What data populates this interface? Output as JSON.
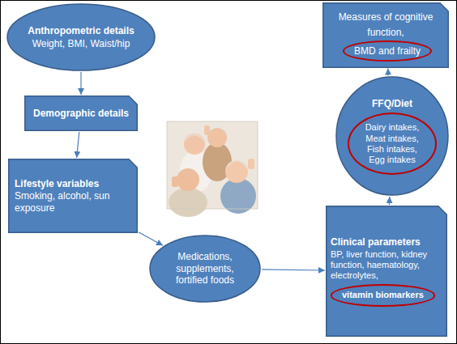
{
  "diagram": {
    "nodes": [
      {
        "text": [
          "Anthropometric details",
          "Weight, BMI, Waist/hip"
        ]
      },
      {
        "text": [
          "Demographic details"
        ]
      },
      {
        "text": [
          "Lifestyle variables",
          "Smoking, alcohol, sun exposure"
        ]
      },
      {
        "text": [
          "Medications, supplements, fortified foods"
        ]
      },
      {
        "text": [
          "Clinical parameters",
          "BP, liver function, kidney function, haematology, electrolytes,",
          "vitamin biomarkers"
        ]
      },
      {
        "text": [
          "FFQ/Diet",
          "Dairy intakes, Meat intakes, Fish intakes, Egg intakes"
        ]
      },
      {
        "text": [
          "Measures of cognitive function,",
          "BMD and frailty"
        ]
      }
    ],
    "edges": [
      {
        "from": 0,
        "to": 1,
        "arrow": "to"
      },
      {
        "from": 1,
        "to": 2,
        "arrow": "to"
      },
      {
        "from": 2,
        "to": 3,
        "arrow": "to"
      },
      {
        "from": 3,
        "to": 4,
        "arrow": "to"
      },
      {
        "from": 4,
        "to": 5,
        "arrow": "to"
      },
      {
        "from": 5,
        "to": 6,
        "arrow": "to"
      }
    ]
  }
}
